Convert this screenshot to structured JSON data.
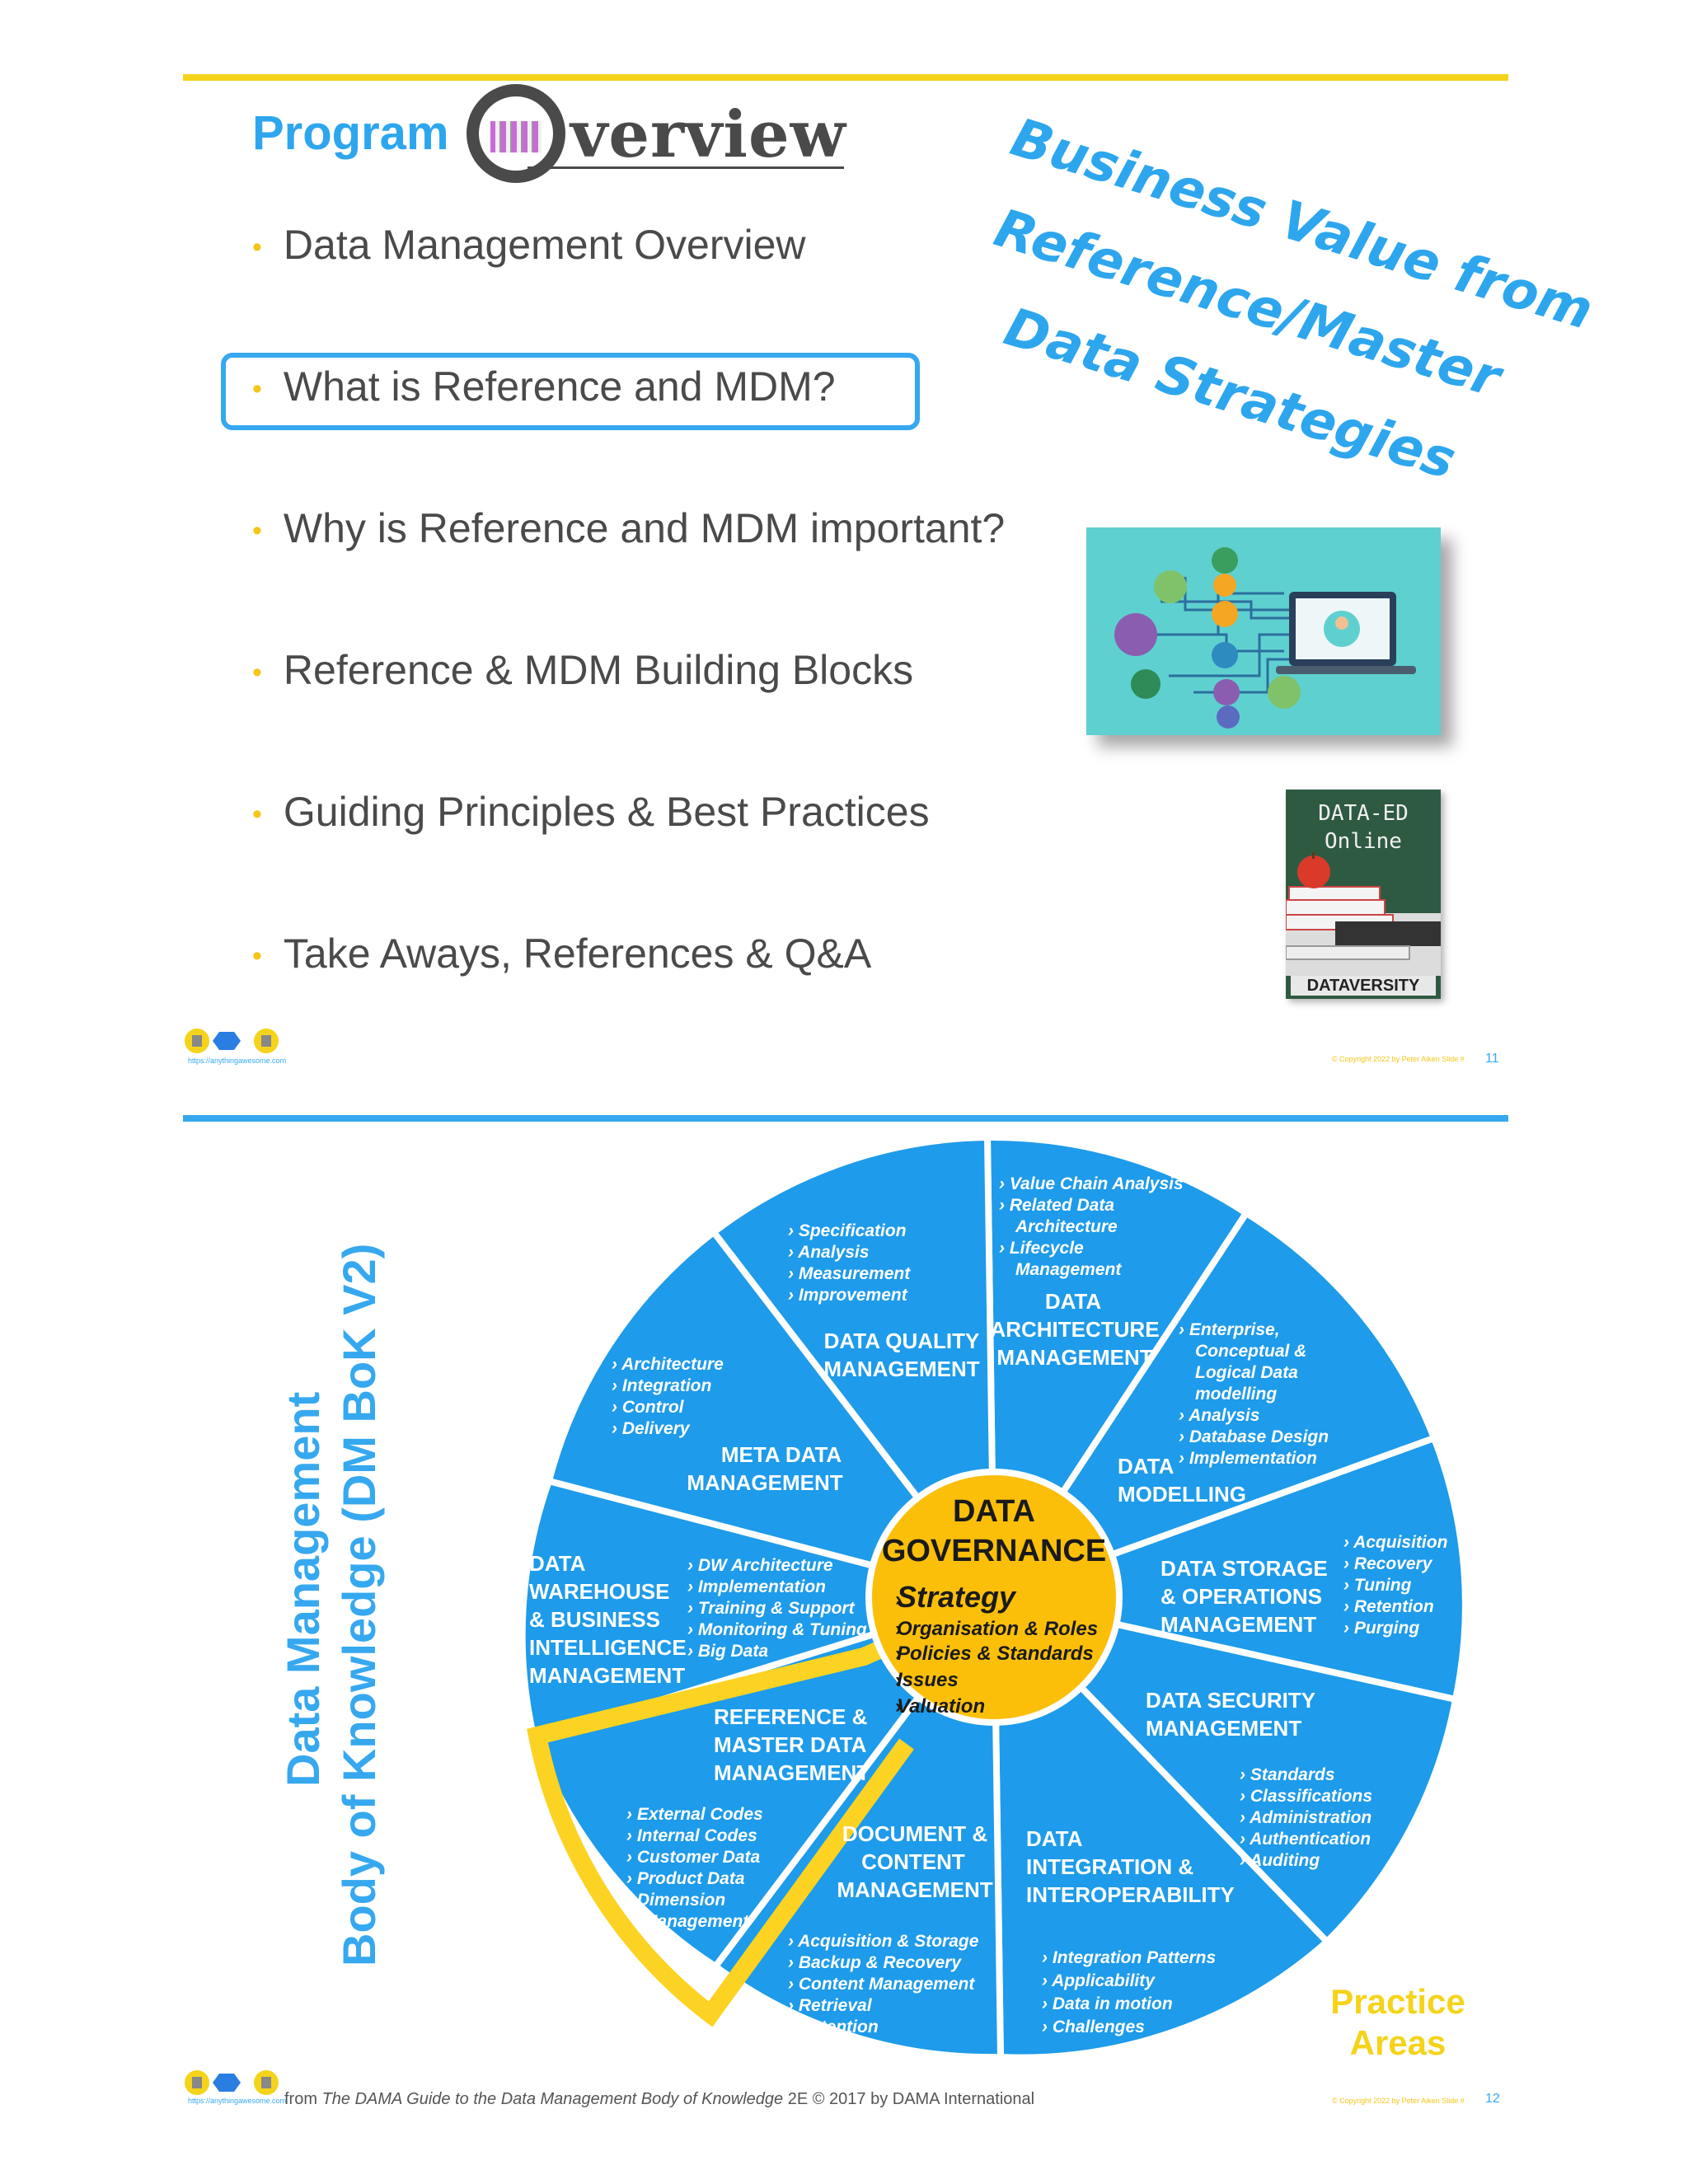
{
  "slide1": {
    "title_program": "Program",
    "title_overview": "verview",
    "bullets": [
      "Data Management Overview",
      "What is Reference and MDM?",
      "Why is Reference and MDM important?",
      "Reference & MDM Building Blocks",
      "Guiding Principles & Best Practices",
      "Take Aways, References & Q&A"
    ],
    "handwritten": [
      "Business Value from",
      "Reference/Master",
      "Data Strategies"
    ],
    "chalkboard": {
      "line1": "DATA-ED",
      "line2": "Online",
      "brand": "DATAVERSITY"
    },
    "footer_url": "https://anythingawesome.com",
    "copyright": "© Copyright  2022  by Peter Aiken  Slide #",
    "page_number": "11"
  },
  "slide2": {
    "vertical_title_1": "Data Management",
    "vertical_title_2": "Body of Knowledge (DM BoK V2)",
    "center": {
      "title1": "DATA",
      "title2": "GOVERNANCE",
      "items": [
        "Strategy",
        "Organisation & Roles",
        "Policies & Standards",
        "Issues",
        "Valuation"
      ]
    },
    "segments": {
      "data_architecture": {
        "title": [
          "DATA",
          "ARCHITECTURE",
          "MANAGEMENT"
        ],
        "items": [
          "Value Chain Analysis",
          "Related Data",
          "Architecture",
          "Lifecycle",
          "Management"
        ]
      },
      "data_modelling": {
        "title": [
          "DATA",
          "MODELLING"
        ],
        "items": [
          "Enterprise,",
          "Conceptual &",
          "Logical  Data",
          "modelling",
          "Analysis",
          "Database Design",
          "Implementation"
        ]
      },
      "data_storage": {
        "title": [
          "DATA STORAGE",
          "& OPERATIONS",
          "MANAGEMENT"
        ],
        "items": [
          "Acquisition",
          "Recovery",
          "Tuning",
          "Retention",
          "Purging"
        ]
      },
      "data_security": {
        "title": [
          "DATA SECURITY",
          "MANAGEMENT"
        ],
        "items": [
          "Standards",
          "Classifications",
          "Administration",
          "Authentication",
          "Auditing"
        ]
      },
      "data_integration": {
        "title": [
          "DATA",
          "INTEGRATION &",
          "INTEROPERABILITY"
        ],
        "items": [
          "Integration Patterns",
          "Applicability",
          "Data in motion",
          "Challenges"
        ]
      },
      "document_content": {
        "title": [
          "DOCUMENT &",
          "CONTENT",
          "MANAGEMENT"
        ],
        "items": [
          "Acquisition & Storage",
          "Backup & Recovery",
          "Content Management",
          "Retrieval",
          "Retention"
        ]
      },
      "reference_master": {
        "title": [
          "REFERENCE &",
          "MASTER DATA",
          "MANAGEMENT"
        ],
        "items": [
          "External Codes",
          "Internal Codes",
          "Customer Data",
          "Product Data",
          "Dimension",
          "Management"
        ]
      },
      "data_warehouse": {
        "title": [
          "DATA",
          "WAREHOUSE",
          "& BUSINESS",
          "INTELLIGENCE",
          "MANAGEMENT"
        ],
        "items": [
          "DW Architecture",
          "Implementation",
          "Training & Support",
          "Monitoring & Tuning",
          "Big Data"
        ]
      },
      "meta_data": {
        "title": [
          "META DATA",
          "MANAGEMENT"
        ],
        "items": [
          "Architecture",
          "Integration",
          "Control",
          "Delivery"
        ]
      },
      "data_quality": {
        "title": [
          "DATA QUALITY",
          "MANAGEMENT"
        ],
        "items": [
          "Specification",
          "Analysis",
          "Measurement",
          "Improvement"
        ]
      }
    },
    "practice_areas": [
      "Practice",
      "Areas"
    ],
    "source_prefix": "from ",
    "source_title": "The DAMA Guide to the Data Management Body of Knowledge",
    "source_suffix": " 2E © 2017 by DAMA International",
    "footer_url": "https://anythingawesome.com",
    "copyright": "© Copyright  2022  by Peter Aiken  Slide #",
    "page_number": "12"
  },
  "colors": {
    "blue": "#36a8ef",
    "yellow": "#f5d31a",
    "gold": "#fbbf0a",
    "wheel": "#1e9bea"
  }
}
